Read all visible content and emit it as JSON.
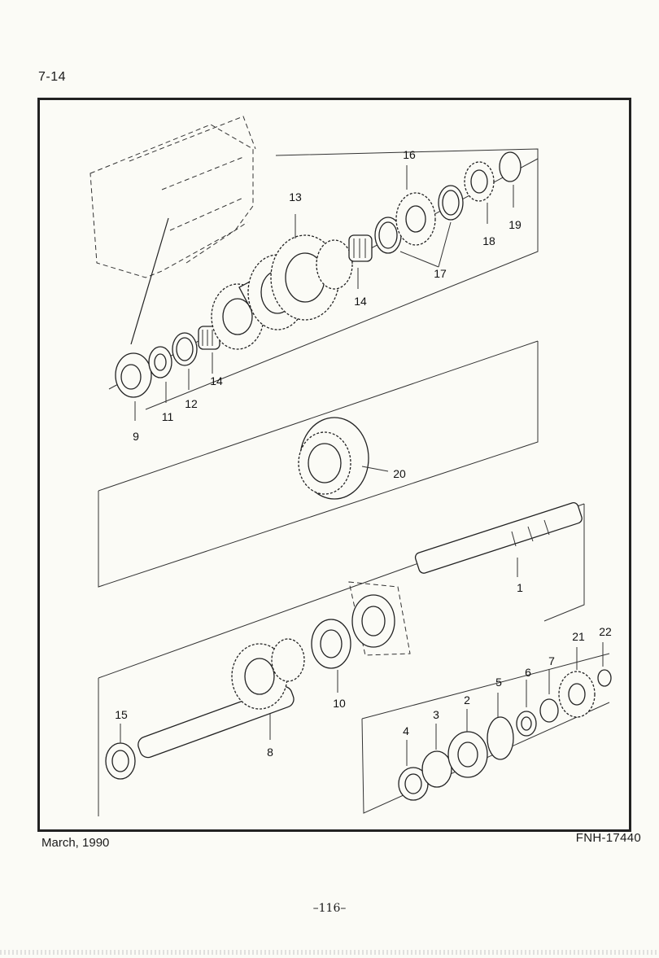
{
  "header": {
    "page_ref": "7-14"
  },
  "callouts": {
    "c1": "1",
    "c2": "2",
    "c3": "3",
    "c4": "4",
    "c5": "5",
    "c6": "6",
    "c7": "7",
    "c8": "8",
    "c9": "9",
    "c10": "10",
    "c11": "11",
    "c12": "12",
    "c13": "13",
    "c14a": "14",
    "c14b": "14",
    "c15": "15",
    "c16": "16",
    "c17": "17",
    "c18": "18",
    "c19": "19",
    "c20": "20",
    "c21": "21",
    "c22": "22"
  },
  "footer": {
    "date": "March, 1990",
    "doc_no": "FNH-17440",
    "page_number": "–116–"
  }
}
